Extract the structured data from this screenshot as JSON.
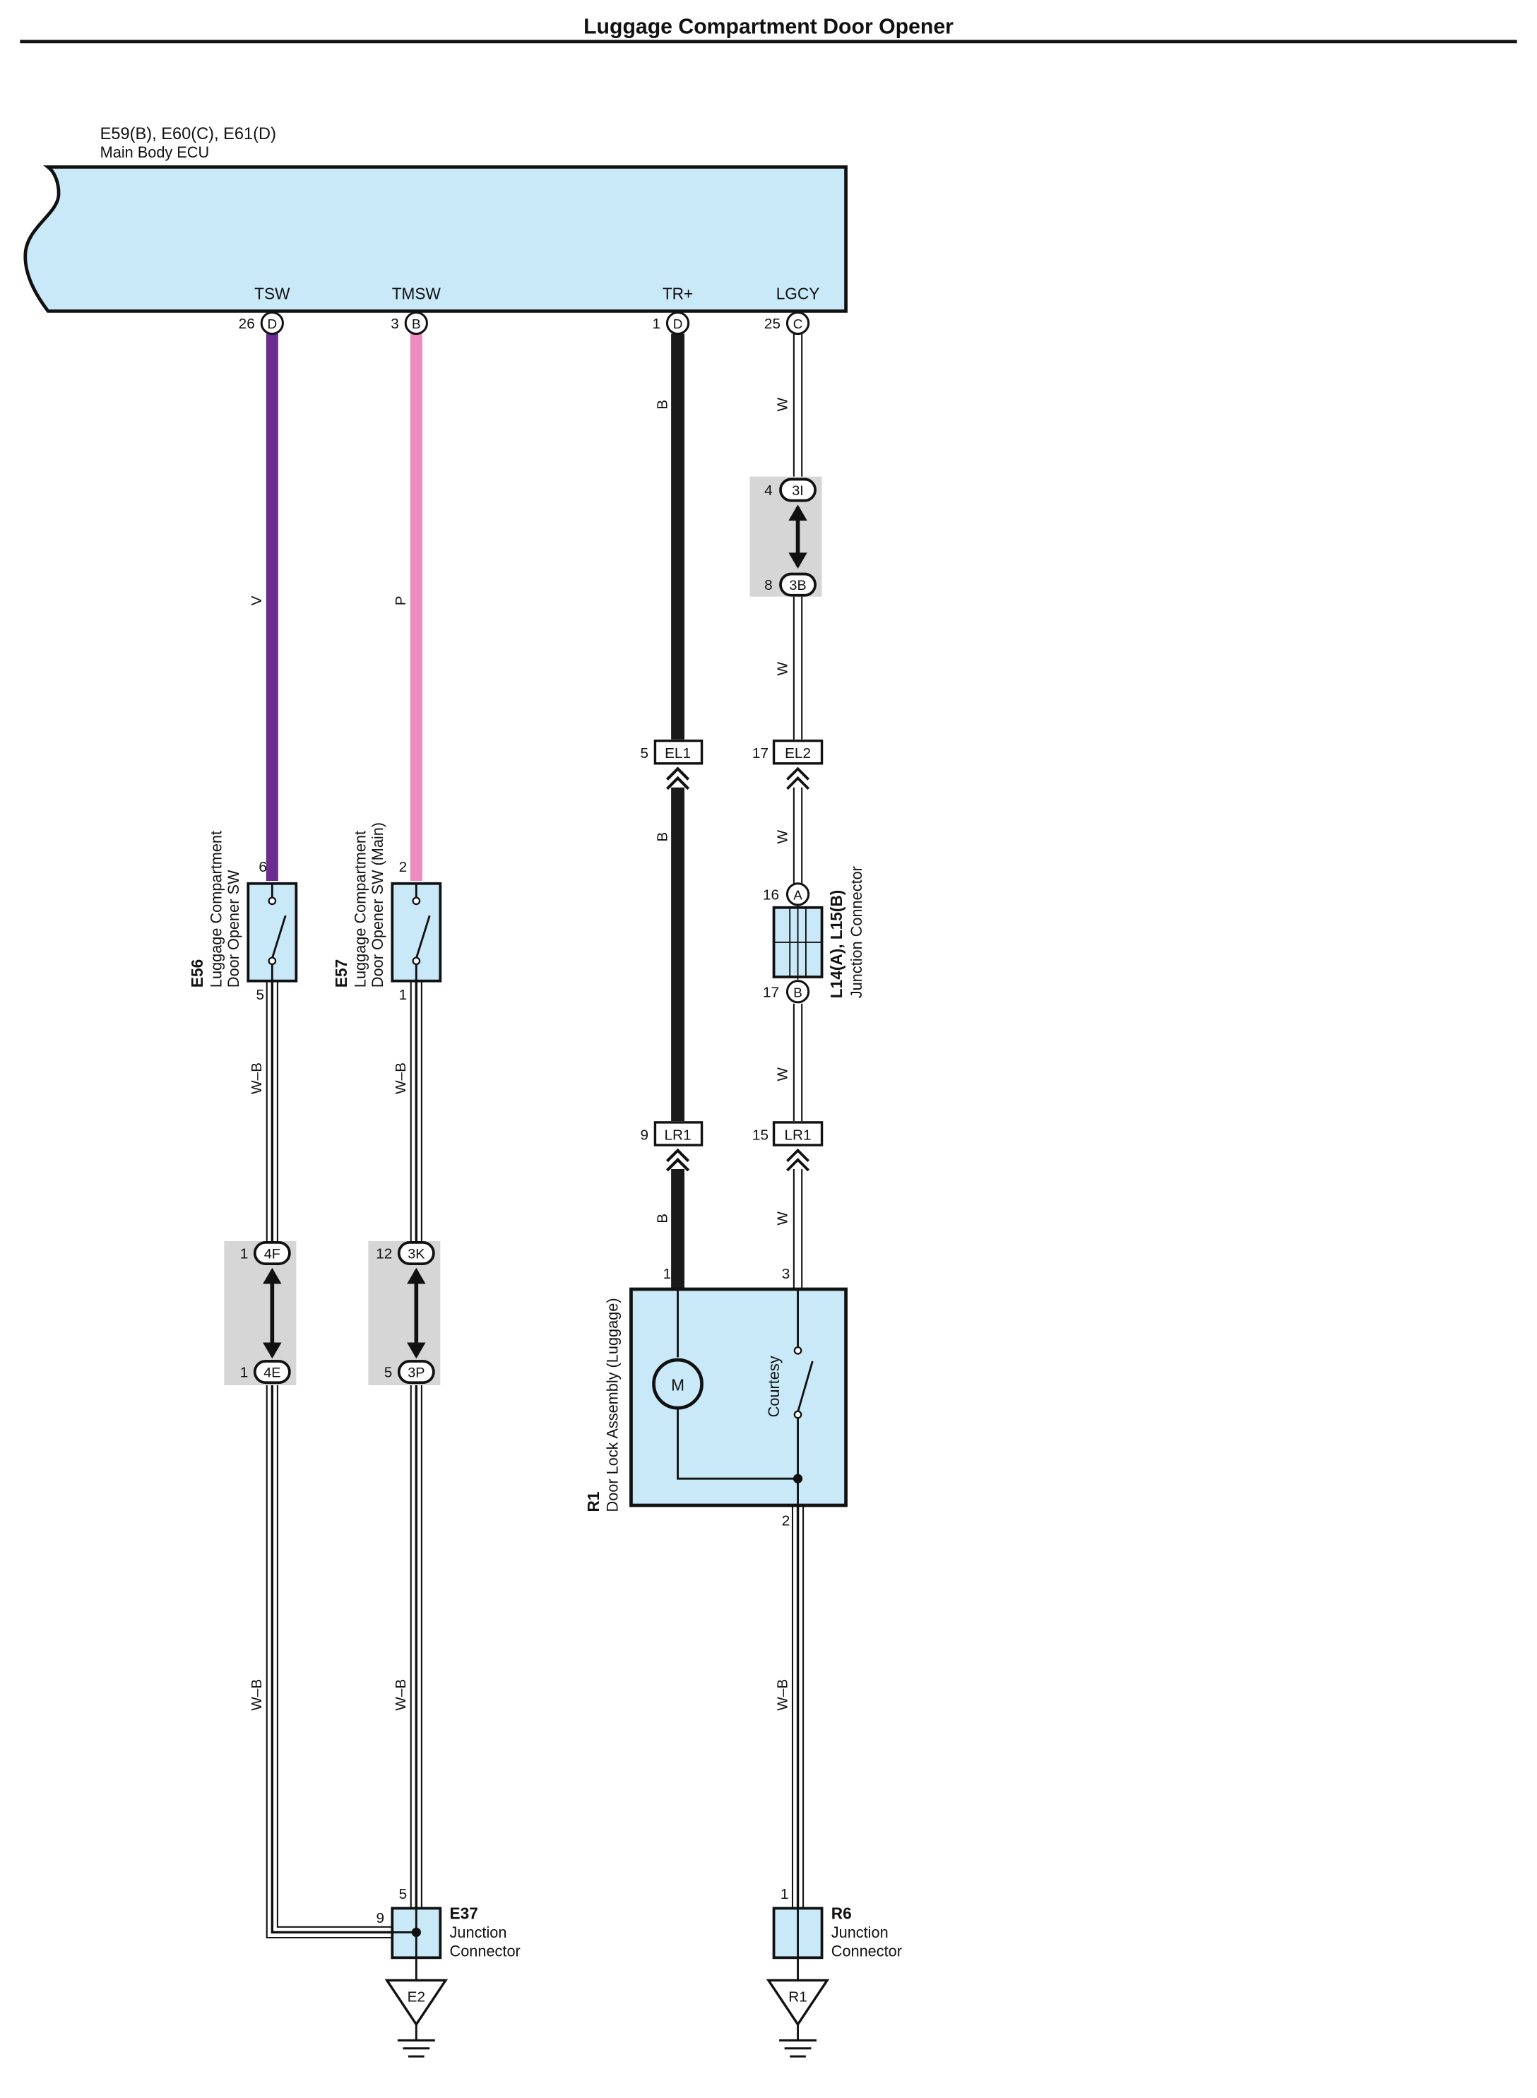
{
  "title": "Luggage Compartment Door Opener",
  "ecu": {
    "code": "E59(B), E60(C), E61(D)",
    "name": "Main Body ECU",
    "terminals": [
      {
        "name": "TSW",
        "pin": "26",
        "conn": "D"
      },
      {
        "name": "TMSW",
        "pin": "3",
        "conn": "B"
      },
      {
        "name": "TR+",
        "pin": "1",
        "conn": "D"
      },
      {
        "name": "LGCY",
        "pin": "25",
        "conn": "C"
      }
    ]
  },
  "wires": {
    "tsw_color": "V",
    "tmsw_color": "P",
    "trp_top": "B",
    "trp_mid": "B",
    "trp_bottom": "B",
    "lgcy_1": "W",
    "lgcy_2": "W",
    "lgcy_3": "W",
    "lgcy_4": "W",
    "lgcy_5": "W",
    "e56_out": "W–B",
    "e56_low": "W–B",
    "e57_out": "W–B",
    "e57_low": "W–B",
    "r1_out": "W–B"
  },
  "colors": {
    "violet": "#6a2c8e",
    "pink": "#ee8cbf",
    "black": "#1a1a1a",
    "component_fill": "#c9e8f8",
    "inline_fill": "#d6d6d6"
  },
  "switches": {
    "e56": {
      "code": "E56",
      "name1": "Luggage Compartment",
      "name2": "Door Opener SW",
      "pin_top": "6",
      "pin_bottom": "5"
    },
    "e57": {
      "code": "E57",
      "name1": "Luggage Compartment",
      "name2": "Door Opener SW (Main)",
      "pin_top": "2",
      "pin_bottom": "1"
    }
  },
  "inline_connectors": {
    "c3i": {
      "pin": "4",
      "label": "3I"
    },
    "c3b": {
      "pin": "8",
      "label": "3B"
    },
    "c4f": {
      "pin": "1",
      "label": "4F"
    },
    "c4e": {
      "pin": "1",
      "label": "4E"
    },
    "c3k": {
      "pin": "12",
      "label": "3K"
    },
    "c3p": {
      "pin": "5",
      "label": "3P"
    }
  },
  "box_connectors": {
    "el1": {
      "pin": "5",
      "label": "EL1"
    },
    "el2": {
      "pin": "17",
      "label": "EL2"
    },
    "lr1a": {
      "pin": "9",
      "label": "LR1"
    },
    "lr1b": {
      "pin": "15",
      "label": "LR1"
    }
  },
  "junction_l14": {
    "code": "L14(A), L15(B)",
    "name": "Junction Connector",
    "pin_top": "16",
    "conn_top": "A",
    "pin_bottom": "17",
    "conn_bottom": "B"
  },
  "r1": {
    "code": "R1",
    "name": "Door Lock Assembly (Luggage)",
    "pin1": "1",
    "pin3": "3",
    "pin2": "2",
    "motor": "M",
    "courtesy": "Courtesy"
  },
  "e37": {
    "code": "E37",
    "name1": "Junction",
    "name2": "Connector",
    "pin_top": "5",
    "pin_side": "9",
    "ground": "E2"
  },
  "r6": {
    "code": "R6",
    "name1": "Junction",
    "name2": "Connector",
    "pin_top": "1",
    "ground": "R1"
  }
}
